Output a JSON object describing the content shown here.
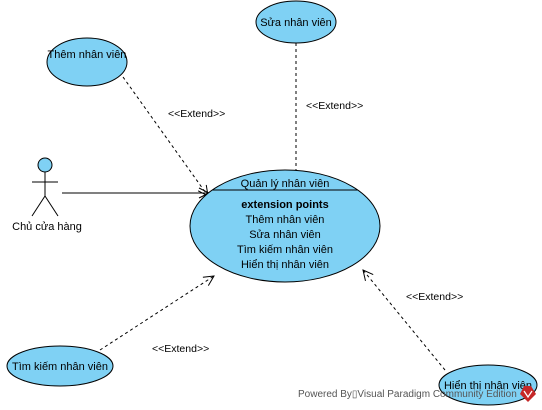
{
  "diagram": {
    "actor": {
      "name": "Chủ cửa hàng"
    },
    "main_use_case": {
      "title": "Quản lý nhân viên",
      "extension_points_label": "extension points",
      "extension_points": [
        "Thêm nhân viên",
        "Sửa nhân viên",
        "Tìm kiếm nhân viên",
        "Hiển thị nhân viên"
      ]
    },
    "extending_use_cases": {
      "them": "Thêm nhân viên",
      "sua": "Sửa nhân viên",
      "tim": "Tìm kiếm nhân viên",
      "hien": "Hiển thị nhân viên"
    },
    "extend_label": "<<Extend>>",
    "watermark": "Powered By▯Visual Paradigm Community Edition"
  },
  "colors": {
    "use_case_fill": "#7fd1f4",
    "stroke": "#000000",
    "logo_red": "#c62828"
  }
}
